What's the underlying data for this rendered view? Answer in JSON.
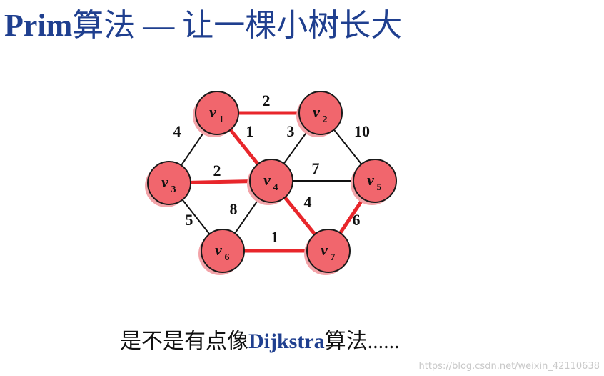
{
  "title": {
    "latin": "Prim",
    "rest": "算法 — 让一棵小树长大"
  },
  "colors": {
    "title": "#1f3f8f",
    "tree_edge": "#e8262b",
    "normal_edge": "#111111",
    "node_fill": "#f1666d",
    "node_shadow": "#f3a3a8",
    "highlight": "#1f3f8f"
  },
  "graph": {
    "nodes": [
      {
        "id": "v1",
        "letter": "v",
        "sub": "1"
      },
      {
        "id": "v2",
        "letter": "v",
        "sub": "2"
      },
      {
        "id": "v3",
        "letter": "v",
        "sub": "3"
      },
      {
        "id": "v4",
        "letter": "v",
        "sub": "4"
      },
      {
        "id": "v5",
        "letter": "v",
        "sub": "5"
      },
      {
        "id": "v6",
        "letter": "v",
        "sub": "6"
      },
      {
        "id": "v7",
        "letter": "v",
        "sub": "7"
      }
    ],
    "edges": [
      {
        "from": "v1",
        "to": "v2",
        "weight": "2",
        "in_tree": true
      },
      {
        "from": "v1",
        "to": "v3",
        "weight": "4",
        "in_tree": false
      },
      {
        "from": "v1",
        "to": "v4",
        "weight": "1",
        "in_tree": true
      },
      {
        "from": "v2",
        "to": "v4",
        "weight": "3",
        "in_tree": false
      },
      {
        "from": "v2",
        "to": "v5",
        "weight": "10",
        "in_tree": false
      },
      {
        "from": "v3",
        "to": "v4",
        "weight": "2",
        "in_tree": true
      },
      {
        "from": "v4",
        "to": "v5",
        "weight": "7",
        "in_tree": false
      },
      {
        "from": "v3",
        "to": "v6",
        "weight": "5",
        "in_tree": false
      },
      {
        "from": "v4",
        "to": "v6",
        "weight": "8",
        "in_tree": false
      },
      {
        "from": "v4",
        "to": "v7",
        "weight": "4",
        "in_tree": true
      },
      {
        "from": "v5",
        "to": "v7",
        "weight": "6",
        "in_tree": true
      },
      {
        "from": "v6",
        "to": "v7",
        "weight": "1",
        "in_tree": true
      }
    ]
  },
  "caption": {
    "before": "是不是有点像",
    "highlight": "Dijkstra",
    "after": "算法",
    "dots": "......"
  },
  "watermark": "https://blog.csdn.net/weixin_42110638"
}
